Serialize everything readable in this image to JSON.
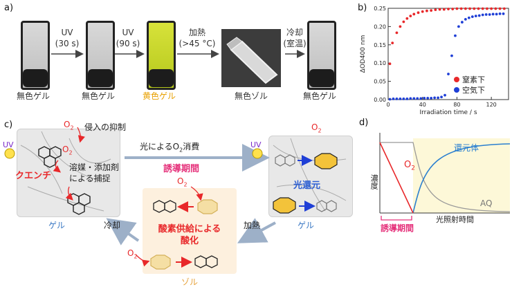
{
  "panel_a": {
    "label": "a)",
    "captions": [
      "無色ゲル",
      "無色ゲル",
      "黄色ゲル",
      "無色ゾル",
      "無色ゲル"
    ],
    "steps": [
      {
        "line1": "UV",
        "line2": "(30 s)"
      },
      {
        "line1": "UV",
        "line2": "(90 s)"
      },
      {
        "line1": "加熱",
        "line2": "(>45 °C)"
      },
      {
        "line1": "冷却",
        "line2": "(室温)"
      }
    ],
    "yellow_color": "#e8a000"
  },
  "panel_b": {
    "label": "b)",
    "legend": [
      {
        "name": "窒素下",
        "color": "#e8282a"
      },
      {
        "name": "空気下",
        "color": "#1f3fd6"
      }
    ]
  },
  "chart_data": {
    "type": "scatter",
    "xlabel": "Irradiation time / s",
    "ylabel": "ΔOD400 nm",
    "xlim": [
      0,
      140
    ],
    "ylim": [
      0,
      0.25
    ],
    "xticks": [
      "0",
      "40",
      "80",
      "120"
    ],
    "yticks": [
      "0.00",
      "0.05",
      "0.10",
      "0.15",
      "0.20",
      "0.25"
    ],
    "legend_position": "bottom-right",
    "series": [
      {
        "name": "窒素下",
        "color": "#e8282a",
        "x": [
          2,
          5,
          10,
          14,
          18,
          22,
          26,
          30,
          35,
          40,
          45,
          50,
          55,
          60,
          65,
          70,
          75,
          80,
          85,
          90,
          95,
          100,
          105,
          110,
          115,
          120,
          125,
          130,
          135
        ],
        "y": [
          0.098,
          0.155,
          0.183,
          0.2,
          0.213,
          0.222,
          0.229,
          0.234,
          0.238,
          0.241,
          0.243,
          0.244,
          0.246,
          0.247,
          0.247,
          0.248,
          0.248,
          0.249,
          0.249,
          0.249,
          0.249,
          0.249,
          0.249,
          0.249,
          0.249,
          0.249,
          0.249,
          0.249,
          0.249
        ]
      },
      {
        "name": "空気下",
        "color": "#1f3fd6",
        "x": [
          2,
          6,
          10,
          14,
          18,
          22,
          26,
          30,
          34,
          38,
          42,
          46,
          50,
          54,
          58,
          62,
          66,
          70,
          74,
          78,
          82,
          86,
          90,
          94,
          98,
          102,
          106,
          110,
          114,
          118,
          122,
          126,
          130,
          134
        ],
        "y": [
          0.001,
          0.002,
          0.002,
          0.002,
          0.002,
          0.002,
          0.003,
          0.003,
          0.003,
          0.003,
          0.004,
          0.004,
          0.004,
          0.005,
          0.005,
          0.007,
          0.012,
          0.07,
          0.12,
          0.175,
          0.2,
          0.212,
          0.22,
          0.224,
          0.227,
          0.229,
          0.23,
          0.232,
          0.233,
          0.233,
          0.234,
          0.234,
          0.235,
          0.235
        ]
      }
    ]
  },
  "panel_c": {
    "label": "c)",
    "o2": "O",
    "o2_sub": "2",
    "inhibit": "侵入の抑制",
    "quench": "クエンチ",
    "capture_line1": "溶媒・添加剤",
    "capture_line2": "による捕捉",
    "top_arrow_prefix": "光によるO",
    "top_arrow_sub": "2",
    "top_arrow_suffix": "消費",
    "induction": "誘導期間",
    "uv": "UV",
    "photo_reduction": "光還元",
    "gel": "ゲル",
    "sol": "ゾル",
    "cool": "冷却",
    "heat": "加熱",
    "oxidation_line1": "酸素供給による",
    "oxidation_line2": "酸化",
    "colors": {
      "red": "#e8282a",
      "blue": "#2d5fd3",
      "pink": "#e5307a",
      "orange": "#e6a23c",
      "gel_blue": "#3a78c4"
    }
  },
  "panel_d": {
    "label": "d)",
    "ylabel": "濃度",
    "xlabel": "光照射時間",
    "reduced": "還元体",
    "o2": "O",
    "o2_sub": "2",
    "aq": "AQ",
    "induction": "誘導期間"
  }
}
